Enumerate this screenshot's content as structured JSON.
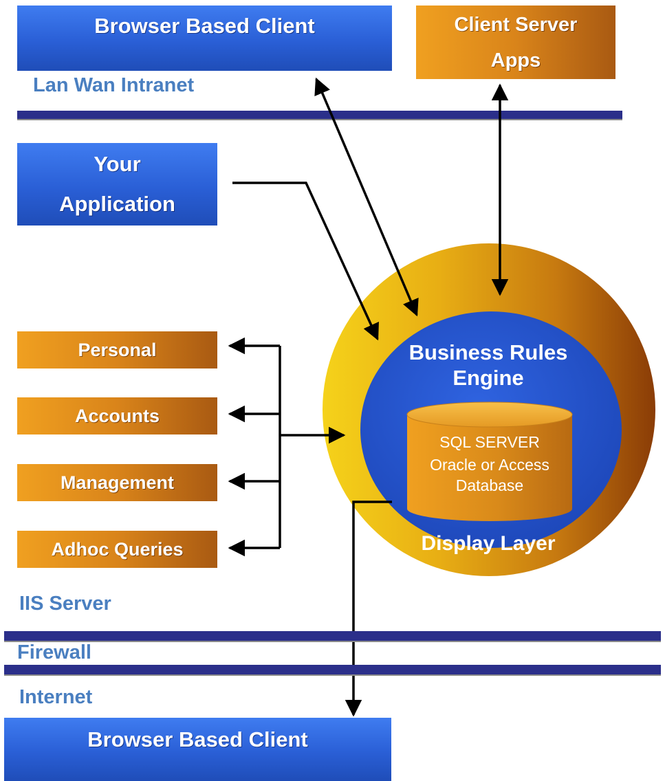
{
  "top_client": {
    "label": "Browser Based Client"
  },
  "client_server": {
    "line1": "Client Server",
    "line2": "Apps"
  },
  "zone_lan": "Lan Wan Intranet",
  "your_app": {
    "line1": "Your",
    "line2": "Application"
  },
  "modules": [
    {
      "label": "Personal"
    },
    {
      "label": "Accounts"
    },
    {
      "label": "Management"
    },
    {
      "label": "Adhoc Queries"
    }
  ],
  "engine": {
    "line1": "Business Rules",
    "line2": "Engine",
    "display_layer": "Display Layer"
  },
  "database": {
    "line1": "SQL SERVER",
    "line2": "Oracle or Access",
    "line3": "Database"
  },
  "zone_iis": "IIS Server",
  "zone_firewall": "Firewall",
  "zone_internet": "Internet",
  "bottom_client": {
    "label": "Browser Based Client"
  },
  "colors": {
    "blue": "#2a5fd6",
    "orange": "#d9841a",
    "navy_bar": "#2b2f8a",
    "label_blue": "#4a7fc0"
  }
}
